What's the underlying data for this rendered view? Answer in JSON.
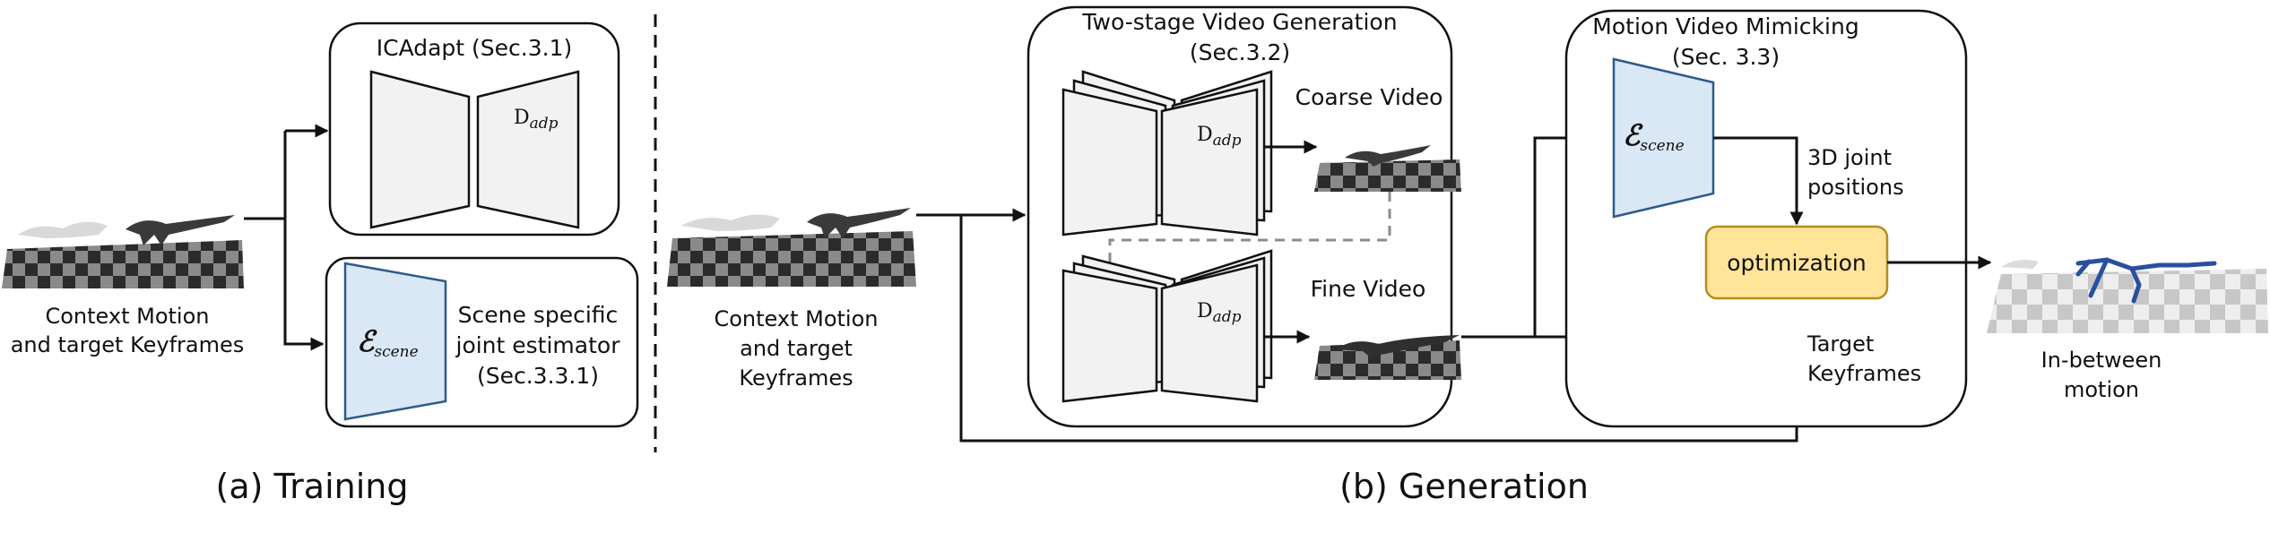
{
  "training": {
    "caption": "(a) Training",
    "input_label": [
      "Context Motion",
      "and target Keyframes"
    ],
    "icadapt": {
      "title": "ICAdapt (Sec.3.1)",
      "decoder_symbol": "D",
      "decoder_subscript": "adp"
    },
    "estimator": {
      "symbol": "ℰ",
      "subscript": "scene",
      "label": [
        "Scene specific",
        "joint estimator",
        "(Sec.3.3.1)"
      ]
    }
  },
  "generation": {
    "caption": "(b) Generation",
    "input_label": [
      "Context Motion",
      "and target",
      "Keyframes"
    ],
    "video_generation": {
      "title": [
        "Two-stage Video Generation",
        "(Sec.3.2)"
      ],
      "decoder_symbol": "D",
      "decoder_subscript": "adp",
      "coarse_label": "Coarse Video",
      "fine_label": "Fine Video"
    },
    "mimicking": {
      "title": [
        "Motion Video Mimicking",
        "(Sec. 3.3)"
      ],
      "estimator_symbol": "ℰ",
      "estimator_subscript": "scene",
      "joint_label": [
        "3D joint",
        "positions"
      ],
      "optimization_label": "optimization",
      "target_label": [
        "Target",
        "Keyframes"
      ]
    },
    "output_label": [
      "In-between",
      "motion"
    ]
  },
  "colors": {
    "estimator_fill": "#dae8f6",
    "estimator_stroke": "#2e5a8a",
    "optimization_fill": "#ffe49a",
    "optimization_stroke": "#b58c1f",
    "decoder_fill": "#f2f2f2",
    "dashed_line": "#8c8c8c",
    "output_skeleton": "#2a4fa0"
  }
}
